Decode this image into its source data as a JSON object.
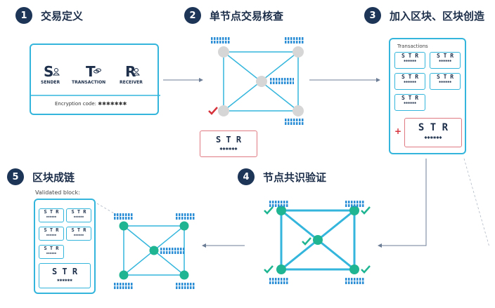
{
  "steps": [
    {
      "num": "1",
      "title": "交易定义"
    },
    {
      "num": "2",
      "title": "单节点交易核查"
    },
    {
      "num": "3",
      "title": "加入区块、区块创造"
    },
    {
      "num": "4",
      "title": "节点共识验证"
    },
    {
      "num": "5",
      "title": "区块成链"
    }
  ],
  "tx_card": {
    "s": "S",
    "t": "T",
    "r": "R",
    "sender": "SENDER",
    "transaction": "TRANSACTION",
    "receiver": "RECEIVER",
    "encryption": "Encryption code: ✱✱✱✱✱✱✱"
  },
  "str_letters": "S T R",
  "str_small": "S T R",
  "stars": "✱✱✱✱✱✱",
  "plus": "+",
  "transactions_label": "Transactions",
  "validated_label": "Validated block:",
  "colors": {
    "accent": "#34b6dc",
    "node_gray": "#d6d6d6",
    "node_green": "#1fb592",
    "check_green": "#1fb592",
    "check_red": "#d6323c",
    "dark": "#1d3557",
    "red_border": "#e07a82"
  }
}
